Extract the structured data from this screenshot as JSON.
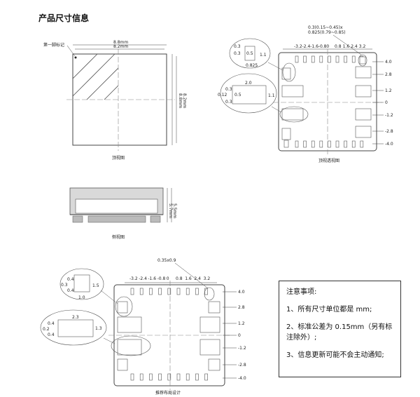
{
  "page": {
    "title": "产品尺寸信息"
  },
  "top_view": {
    "caption": "顶视图",
    "pin1_label": "第一脚标记",
    "dim_outer_w": "8.8mm",
    "dim_inner_w": "8.2mm",
    "dim_outer_h": "8.8mm",
    "dim_inner_h": "8.2mm"
  },
  "side_view": {
    "caption": "侧视图",
    "dim_a": "5.7mm",
    "dim_b": "5.5mm"
  },
  "transparent_view": {
    "caption": "顶视透视图",
    "pad_spec_1": "0.3(0.15~0.45)x",
    "pad_spec_2": "0.825(0.79~0.85)",
    "x_labels": [
      "-3.2",
      "-2.4",
      "-1.6",
      "-0.8",
      "0",
      "0.8",
      "1.6",
      "2.4",
      "3.2"
    ],
    "y_labels": [
      "4.0",
      "2.8",
      "1.2",
      "0",
      "-1.2",
      "-2.8",
      "-4.0"
    ],
    "detail_a": {
      "l1": "0.3",
      "l2": "0.3",
      "l3": "0.5",
      "l4": "1.1",
      "l5": "0.825"
    },
    "detail_b": {
      "l1": "0.3",
      "l2": "0.12",
      "l3": "0.5",
      "l4": "0.3",
      "l5": "1.1",
      "l6": "2.0"
    }
  },
  "footprint": {
    "caption": "推荐布局设计",
    "pitch_label": "0.35x0.9",
    "x_labels": [
      "-3.2",
      "-2.4",
      "-1.6",
      "-0.8",
      "0",
      "0.8",
      "1.6",
      "2.4",
      "3.2"
    ],
    "y_labels": [
      "4.0",
      "2.8",
      "1.2",
      "0",
      "-1.2",
      "-2.8",
      "-4.0"
    ],
    "detail_a": {
      "l1": "0.4",
      "l2": "0.3",
      "l3": "0.4",
      "l4": "1.5",
      "l5": "1.0"
    },
    "detail_b": {
      "l1": "2.3",
      "l2": "0.4",
      "l3": "0.2",
      "l4": "0.4",
      "l5": "1.3"
    }
  },
  "notes": {
    "heading": "注意事项:",
    "items": [
      "1、所有尺寸单位都是 mm;",
      "2、标准公差为 0.15mm（另有标注除外）;",
      "3、信息更新可能不会主动通知;"
    ]
  }
}
